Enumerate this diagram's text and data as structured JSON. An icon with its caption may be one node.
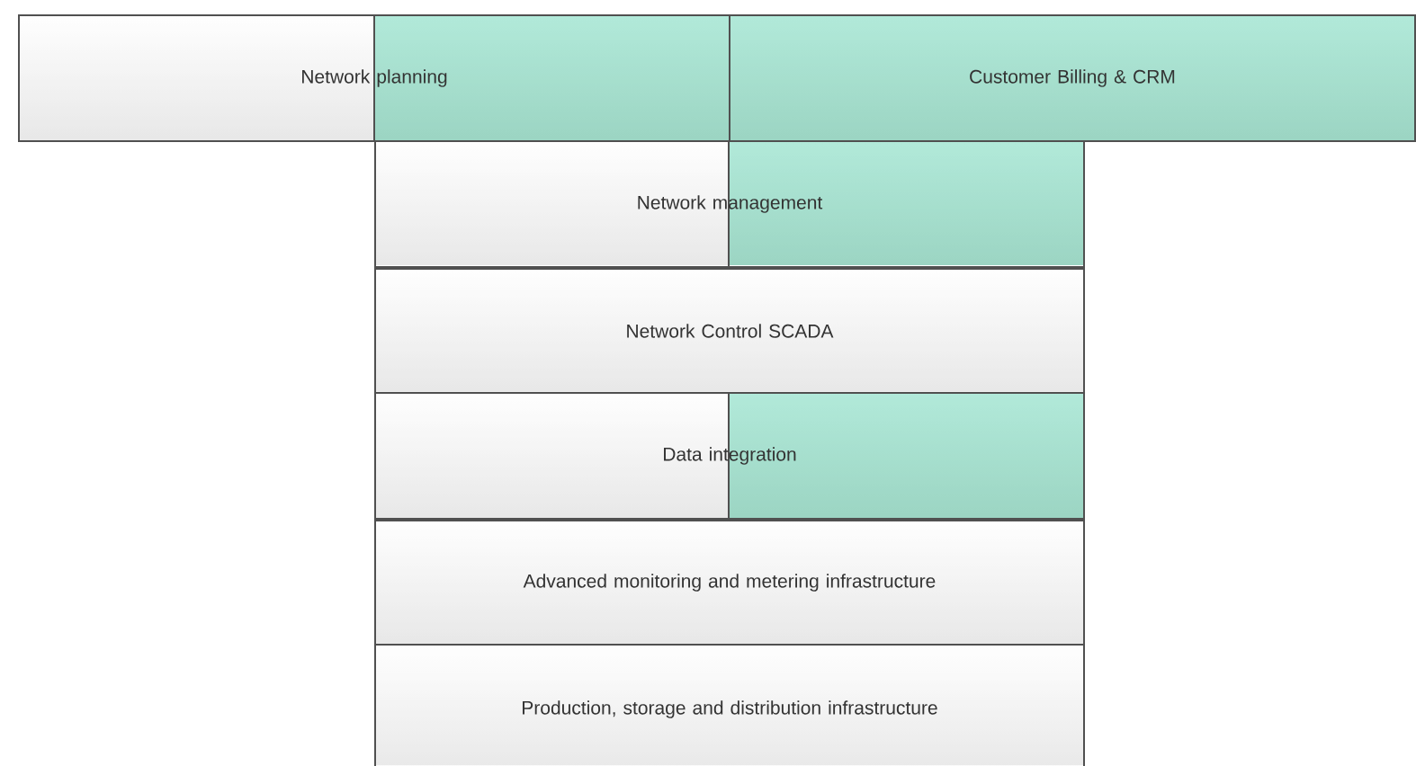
{
  "diagram": {
    "nodes": [
      {
        "text": [
          "Network planning"
        ]
      },
      {
        "text": [
          "Customer Billing & CRM"
        ]
      },
      {
        "text": [
          "Network  management"
        ]
      },
      {
        "text": [
          "Network Control SCADA"
        ]
      },
      {
        "text": [
          "Data integration"
        ]
      },
      {
        "text": [
          "Advanced monitoring and metering infrastructure"
        ]
      },
      {
        "text": [
          "Production, storage and distribution infrastructure"
        ]
      }
    ]
  }
}
